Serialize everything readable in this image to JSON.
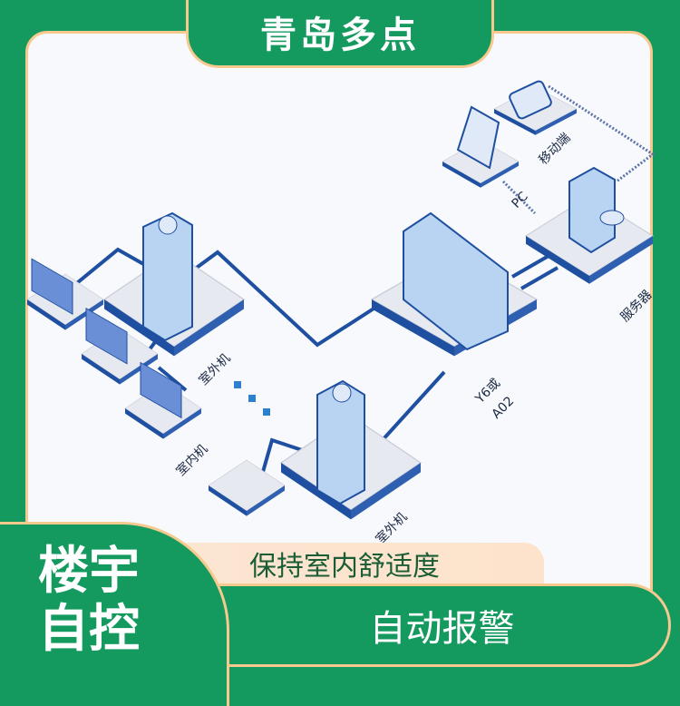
{
  "header": {
    "title": "青岛多点"
  },
  "diagram": {
    "nodes": [
      {
        "id": "mobile",
        "label": "移动端"
      },
      {
        "id": "pc",
        "label": "PC"
      },
      {
        "id": "server",
        "label": "服务器"
      },
      {
        "id": "controller",
        "label_line1": "Y6或",
        "label_line2": "A02"
      },
      {
        "id": "outdoor1",
        "label": "室外机"
      },
      {
        "id": "indoor",
        "label": "室内机"
      },
      {
        "id": "outdoor2",
        "label": "室外机"
      }
    ],
    "colors": {
      "line": "#1e4fa0",
      "device_fill": "#b9d4f2",
      "platform": "#e4e6ee",
      "dotted": "#5b73a8"
    }
  },
  "caption": {
    "text": "保持室内舒适度"
  },
  "feature": {
    "text": "自动报警"
  },
  "badge": {
    "line1": "楼宇",
    "line2": "自控"
  },
  "theme": {
    "green": "#14995f",
    "border": "#f6c98f",
    "panel": "#f7f9fc"
  }
}
